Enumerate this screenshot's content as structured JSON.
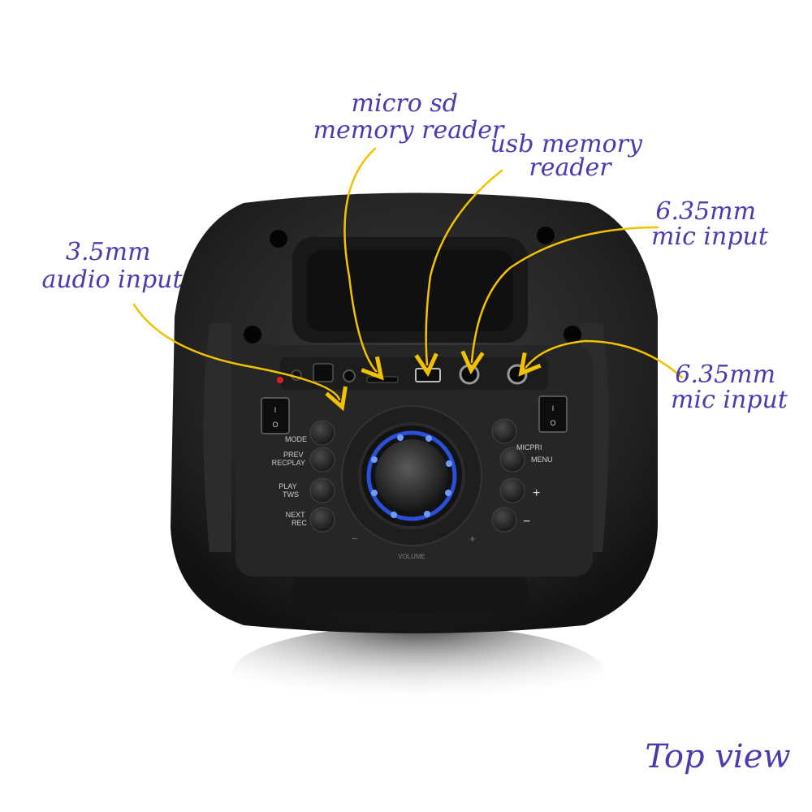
{
  "annotations": {
    "micro_sd": [
      "micro sd",
      "memory reader"
    ],
    "usb": [
      "usb memory",
      "reader"
    ],
    "mic1": [
      "6.35mm",
      "mic input"
    ],
    "mic2": [
      "6.35mm",
      "mic input"
    ],
    "audio": [
      "3.5mm",
      "audio input"
    ],
    "view": "Top view"
  },
  "buttons_left": [
    "MODE",
    "PREV\nRECPLAY",
    "PLAY\nTWS",
    "NEXT\nREC"
  ],
  "buttons_right": [
    "MICPRI",
    "MENU",
    "+",
    "−"
  ],
  "knob_marks": {
    "minus": "−",
    "plus": "+",
    "label": "VOLUME"
  },
  "colors": {
    "annotation": "#4a3bb0",
    "arrow": "#f2c200",
    "led": "#2f5bff",
    "body": "#1b1b1b"
  }
}
